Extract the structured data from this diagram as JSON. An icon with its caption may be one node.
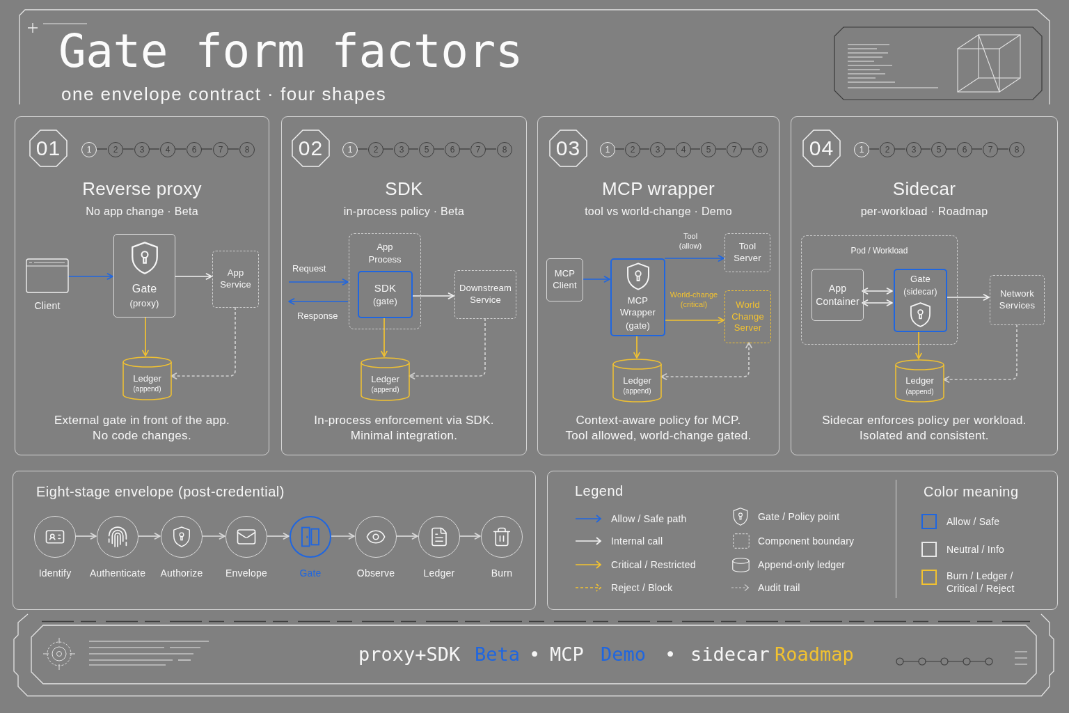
{
  "diagram": {
    "title": "Gate form factors",
    "nodes": [
      {
        "text": [
          "Reverse proxy",
          "No app change · Beta",
          "External gate in front of the app. No code changes."
        ]
      },
      {
        "text": [
          "01"
        ],
        "in": 0
      },
      {
        "text": [
          "1"
        ],
        "in": 0
      },
      {
        "text": [
          "2"
        ],
        "in": 0
      },
      {
        "text": [
          "3"
        ],
        "in": 0
      },
      {
        "text": [
          "4"
        ],
        "in": 0
      },
      {
        "text": [
          "6"
        ],
        "in": 0
      },
      {
        "text": [
          "7"
        ],
        "in": 0
      },
      {
        "text": [
          "8"
        ],
        "in": 0
      },
      {
        "text": [],
        "shape": "picture",
        "beside": [
          "Client"
        ],
        "in": 0
      },
      {
        "text": [
          "Gate",
          "(proxy)"
        ],
        "in": 0
      },
      {
        "text": [
          "App Service"
        ],
        "in": 0
      },
      {
        "text": [
          "Ledger",
          "(append)"
        ],
        "in": 0
      },
      {
        "text": [
          "SDK",
          "in-process policy · Beta",
          "In-process enforcement via SDK. Minimal integration."
        ]
      },
      {
        "text": [
          "02"
        ],
        "in": 13
      },
      {
        "text": [
          "1"
        ],
        "in": 13
      },
      {
        "text": [
          "2"
        ],
        "in": 13
      },
      {
        "text": [
          "3"
        ],
        "in": 13
      },
      {
        "text": [
          "5"
        ],
        "in": 13
      },
      {
        "text": [
          "6"
        ],
        "in": 13
      },
      {
        "text": [
          "7"
        ],
        "in": 13
      },
      {
        "text": [
          "8"
        ],
        "in": 13
      },
      {
        "text": [
          "App Process"
        ],
        "in": 13
      },
      {
        "text": [
          "SDK",
          "(gate)"
        ],
        "in": 22
      },
      {
        "text": [
          "Downstream Service"
        ],
        "in": 13
      },
      {
        "text": [
          "Ledger",
          "(append)"
        ],
        "in": 13
      },
      {
        "text": [
          "MCP wrapper",
          "tool vs world-change · Demo",
          "Context-aware policy for MCP. Tool allowed, world-change gated."
        ]
      },
      {
        "text": [
          "03"
        ],
        "in": 26
      },
      {
        "text": [
          "1"
        ],
        "in": 26
      },
      {
        "text": [
          "2"
        ],
        "in": 26
      },
      {
        "text": [
          "3"
        ],
        "in": 26
      },
      {
        "text": [
          "4"
        ],
        "in": 26
      },
      {
        "text": [
          "5"
        ],
        "in": 26
      },
      {
        "text": [
          "7"
        ],
        "in": 26
      },
      {
        "text": [
          "8"
        ],
        "in": 26
      },
      {
        "text": [
          "MCP Client"
        ],
        "in": 26
      },
      {
        "text": [
          "MCP Wrapper",
          "(gate)"
        ],
        "in": 26
      },
      {
        "text": [
          "Tool Server"
        ],
        "in": 26
      },
      {
        "text": [
          "World Change Server"
        ],
        "in": 26
      },
      {
        "text": [
          "Ledger",
          "(append)"
        ],
        "in": 26
      },
      {
        "text": [
          "Sidecar",
          "per-workload · Roadmap",
          "Sidecar enforces policy per workload. Isolated and consistent."
        ]
      },
      {
        "text": [
          "04"
        ],
        "in": 40
      },
      {
        "text": [
          "1"
        ],
        "in": 40
      },
      {
        "text": [
          "2"
        ],
        "in": 40
      },
      {
        "text": [
          "3"
        ],
        "in": 40
      },
      {
        "text": [
          "5"
        ],
        "in": 40
      },
      {
        "text": [
          "6"
        ],
        "in": 40
      },
      {
        "text": [
          "7"
        ],
        "in": 40
      },
      {
        "text": [
          "8"
        ],
        "in": 40
      },
      {
        "text": [
          "Pod / Workload"
        ],
        "in": 40
      },
      {
        "text": [
          "App Container"
        ],
        "in": 49
      },
      {
        "text": [
          "Gate",
          "(sidecar)"
        ],
        "in": 49
      },
      {
        "text": [
          "Network Services"
        ],
        "in": 40
      },
      {
        "text": [
          "Ledger",
          "(append)"
        ],
        "in": 40
      },
      {
        "text": [
          "Eight-stage envelope (post-credential)"
        ]
      },
      {
        "text": [],
        "shape": "circle",
        "beside": [
          "Identify"
        ],
        "in": 54
      },
      {
        "text": [],
        "shape": "circle",
        "beside": [
          "Authenticate"
        ],
        "in": 54
      },
      {
        "text": [],
        "shape": "circle",
        "beside": [
          "Authorize"
        ],
        "in": 54
      },
      {
        "text": [],
        "shape": "circle",
        "beside": [
          "Envelope"
        ],
        "in": 54
      },
      {
        "text": [],
        "shape": "circle",
        "beside": [
          "Gate"
        ],
        "in": 54
      },
      {
        "text": [],
        "shape": "circle",
        "beside": [
          "Observe"
        ],
        "in": 54
      },
      {
        "text": [],
        "shape": "circle",
        "beside": [
          "Ledger"
        ],
        "in": 54
      },
      {
        "text": [],
        "shape": "circle",
        "beside": [
          "Burn"
        ],
        "in": 54
      },
      {
        "text": [
          "Legend",
          "Color meaning"
        ]
      },
      {
        "text": [
          "proxy+SDK",
          "Beta",
          "•",
          "MCP",
          "Demo",
          "•",
          "sidecar",
          "Roadmap"
        ]
      }
    ],
    "edges": [
      {
        "from": 9,
        "to": 10,
        "arrow": "to",
        "color": "#1f66e0"
      },
      {
        "from": 10,
        "to": 11,
        "arrow": "to",
        "color": "#f2f2f2"
      },
      {
        "from": 10,
        "to": 12,
        "arrow": "to",
        "color": "#f2c230"
      },
      {
        "from": 11,
        "to": 12,
        "arrow": "to",
        "style": "dashed",
        "color": "#cfcfcf"
      },
      {
        "from": null,
        "to": 22,
        "arrow": "to",
        "label": "Request",
        "color": "#1f66e0"
      },
      {
        "from": 22,
        "to": null,
        "arrow": "to",
        "label": "Response",
        "color": "#1f66e0"
      },
      {
        "from": 23,
        "to": 24,
        "arrow": "to",
        "color": "#f2f2f2"
      },
      {
        "from": 23,
        "to": 25,
        "arrow": "to",
        "color": "#f2c230"
      },
      {
        "from": 24,
        "to": 25,
        "arrow": "to",
        "style": "dashed",
        "color": "#cfcfcf"
      },
      {
        "from": 35,
        "to": 36,
        "arrow": "to",
        "color": "#1f66e0"
      },
      {
        "from": 36,
        "to": 37,
        "arrow": "to",
        "label": "Tool (allow)",
        "color": "#1f66e0"
      },
      {
        "from": 36,
        "to": 38,
        "arrow": "to",
        "label": "World-change (critical)",
        "color": "#f2c230"
      },
      {
        "from": 36,
        "to": 39,
        "arrow": "to",
        "color": "#f2c230"
      },
      {
        "from": 38,
        "to": 39,
        "arrow": "both",
        "style": "dashed",
        "color": "#cfcfcf"
      },
      {
        "from": 50,
        "to": 51,
        "arrow": "both",
        "color": "#f2f2f2"
      },
      {
        "from": 50,
        "to": 51,
        "arrow": "both",
        "color": "#f2f2f2"
      },
      {
        "from": 51,
        "to": 52,
        "arrow": "to",
        "color": "#f2f2f2"
      },
      {
        "from": 51,
        "to": 53,
        "arrow": "to",
        "color": "#f2c230"
      },
      {
        "from": 52,
        "to": 53,
        "arrow": "to",
        "style": "dashed",
        "color": "#cfcfcf"
      },
      {
        "from": 55,
        "to": 56,
        "arrow": "to",
        "color": "#d9d9d9"
      },
      {
        "from": 56,
        "to": 57,
        "arrow": "to",
        "color": "#d9d9d9"
      },
      {
        "from": 57,
        "to": 58,
        "arrow": "to",
        "color": "#d9d9d9"
      },
      {
        "from": 58,
        "to": 59,
        "arrow": "to",
        "color": "#d9d9d9"
      },
      {
        "from": 59,
        "to": 60,
        "arrow": "to",
        "color": "#d9d9d9"
      },
      {
        "from": 60,
        "to": 61,
        "arrow": "to",
        "color": "#d9d9d9"
      },
      {
        "from": 61,
        "to": 62,
        "arrow": "to",
        "color": "#d9d9d9"
      },
      {
        "from": 2,
        "to": 3,
        "arrow": "none"
      },
      {
        "from": 3,
        "to": 4,
        "arrow": "none"
      },
      {
        "from": 4,
        "to": 5,
        "arrow": "none"
      },
      {
        "from": 5,
        "to": 6,
        "arrow": "none"
      },
      {
        "from": 6,
        "to": 7,
        "arrow": "none"
      },
      {
        "from": 7,
        "to": 8,
        "arrow": "none"
      },
      {
        "from": 15,
        "to": 16,
        "arrow": "none"
      },
      {
        "from": 16,
        "to": 17,
        "arrow": "none"
      },
      {
        "from": 17,
        "to": 18,
        "arrow": "none"
      },
      {
        "from": 18,
        "to": 19,
        "arrow": "none"
      },
      {
        "from": 19,
        "to": 20,
        "arrow": "none"
      },
      {
        "from": 20,
        "to": 21,
        "arrow": "none"
      },
      {
        "from": 28,
        "to": 29,
        "arrow": "none"
      },
      {
        "from": 29,
        "to": 30,
        "arrow": "none"
      },
      {
        "from": 30,
        "to": 31,
        "arrow": "none"
      },
      {
        "from": 31,
        "to": 32,
        "arrow": "none"
      },
      {
        "from": 32,
        "to": 33,
        "arrow": "none"
      },
      {
        "from": 33,
        "to": 34,
        "arrow": "none"
      },
      {
        "from": 42,
        "to": 43,
        "arrow": "none"
      },
      {
        "from": 43,
        "to": 44,
        "arrow": "none"
      },
      {
        "from": 44,
        "to": 45,
        "arrow": "none"
      },
      {
        "from": 45,
        "to": 46,
        "arrow": "none"
      },
      {
        "from": 46,
        "to": 47,
        "arrow": "none"
      },
      {
        "from": 47,
        "to": 48,
        "arrow": "none"
      }
    ],
    "labels": [
      "one envelope contract · four shapes"
    ],
    "legend": [
      {
        "text": "Allow / Safe path"
      },
      {
        "text": "Internal call"
      },
      {
        "text": "Critical / Restricted"
      },
      {
        "text": "Reject / Block"
      },
      {
        "text": "Gate / Policy point"
      },
      {
        "text": "Component boundary"
      },
      {
        "text": "Append-only ledger"
      },
      {
        "text": "Audit trail"
      },
      {
        "text": "Allow / Safe",
        "color": "#1f66e0"
      },
      {
        "text": "Neutral / Info",
        "color": "#e8e8e8"
      },
      {
        "text": "Burn / Ledger / Critical / Reject",
        "color": "#f2c230"
      }
    ]
  }
}
